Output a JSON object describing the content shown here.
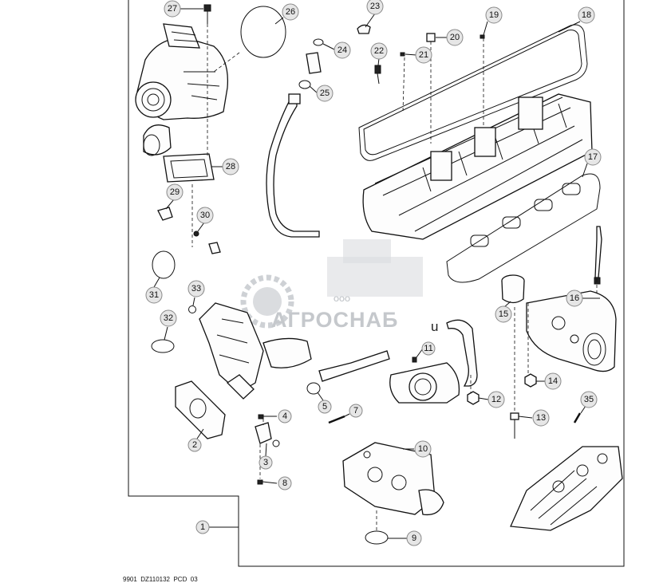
{
  "diagram": {
    "caption": "9901  DZ110132  PCD  03",
    "watermark_company": "ООО",
    "watermark_name": "АГРОСНАБ",
    "stray_mark": "u",
    "callouts": [
      {
        "id": "c1",
        "label": "1"
      },
      {
        "id": "c2",
        "label": "2"
      },
      {
        "id": "c3",
        "label": "3"
      },
      {
        "id": "c4",
        "label": "4"
      },
      {
        "id": "c5",
        "label": "5"
      },
      {
        "id": "c7",
        "label": "7"
      },
      {
        "id": "c8",
        "label": "8"
      },
      {
        "id": "c9",
        "label": "9"
      },
      {
        "id": "c10",
        "label": "10"
      },
      {
        "id": "c11",
        "label": "11"
      },
      {
        "id": "c12",
        "label": "12"
      },
      {
        "id": "c13",
        "label": "13"
      },
      {
        "id": "c14",
        "label": "14"
      },
      {
        "id": "c15",
        "label": "15"
      },
      {
        "id": "c16",
        "label": "16"
      },
      {
        "id": "c17",
        "label": "17"
      },
      {
        "id": "c18",
        "label": "18"
      },
      {
        "id": "c19",
        "label": "19"
      },
      {
        "id": "c20",
        "label": "20"
      },
      {
        "id": "c21",
        "label": "21"
      },
      {
        "id": "c22",
        "label": "22"
      },
      {
        "id": "c23",
        "label": "23"
      },
      {
        "id": "c24",
        "label": "24"
      },
      {
        "id": "c25",
        "label": "25"
      },
      {
        "id": "c26",
        "label": "26"
      },
      {
        "id": "c27",
        "label": "27"
      },
      {
        "id": "c28",
        "label": "28"
      },
      {
        "id": "c29",
        "label": "29"
      },
      {
        "id": "c30",
        "label": "30"
      },
      {
        "id": "c31",
        "label": "31"
      },
      {
        "id": "c32",
        "label": "32"
      },
      {
        "id": "c33",
        "label": "33"
      },
      {
        "id": "c35",
        "label": "35"
      }
    ]
  }
}
